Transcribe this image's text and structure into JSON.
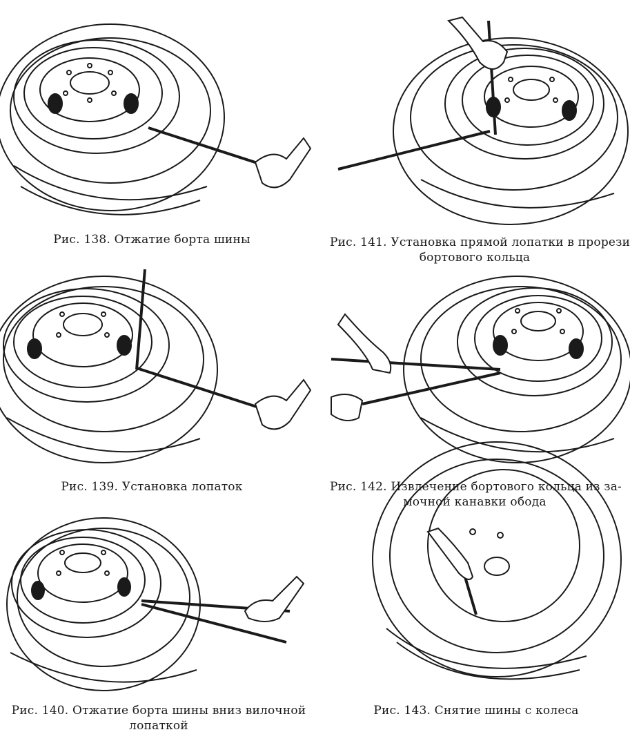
{
  "figures": [
    {
      "id": "138",
      "caption": [
        "Рис. 138. Отжатие борта шины"
      ]
    },
    {
      "id": "141",
      "caption": [
        "Рис. 141. Установка прямой лопатки в прорези",
        "бортового кольца"
      ]
    },
    {
      "id": "139",
      "caption": [
        "Рис. 139. Установка лопаток"
      ]
    },
    {
      "id": "142",
      "caption": [
        "Рис. 142. Извлечение бортового кольца из за-",
        "мочной канавки обода"
      ]
    },
    {
      "id": "140",
      "caption": [
        "Рис. 140. Отжатие борта шины вниз вилочной",
        "лопаткой"
      ]
    },
    {
      "id": "143",
      "caption": [
        "Рис. 143. Снятие шины с колеса"
      ]
    }
  ],
  "colors": {
    "ink": "#1a1a1a",
    "paper": "#ffffff"
  },
  "icons": [
    "wheel-illustration",
    "tire-iron",
    "hand"
  ]
}
